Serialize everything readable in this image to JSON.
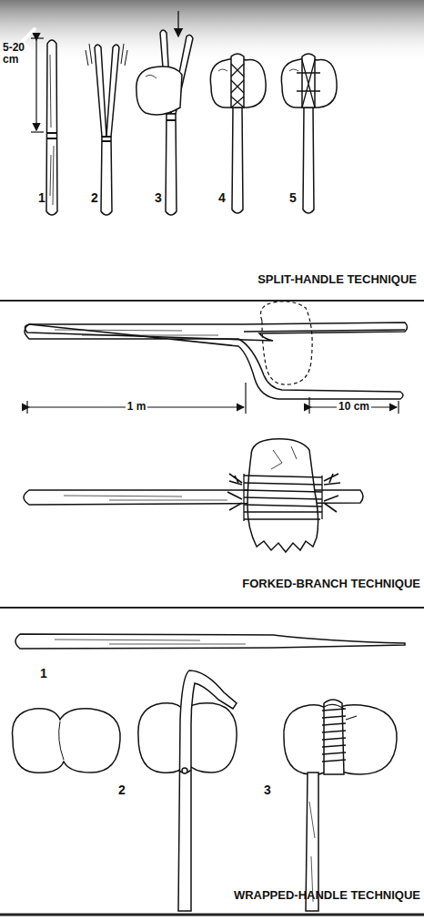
{
  "diagram": {
    "labels": [
      "5-20 cm",
      "1",
      "2",
      "3",
      "4",
      "5",
      "SPLIT-HANDLE TECHNIQUE",
      "1 m",
      "10 cm",
      "FORKED-BRANCH TECHNIQUE",
      "1",
      "2",
      "3",
      "WRAPPED-HANDLE TECHNIQUE"
    ]
  }
}
